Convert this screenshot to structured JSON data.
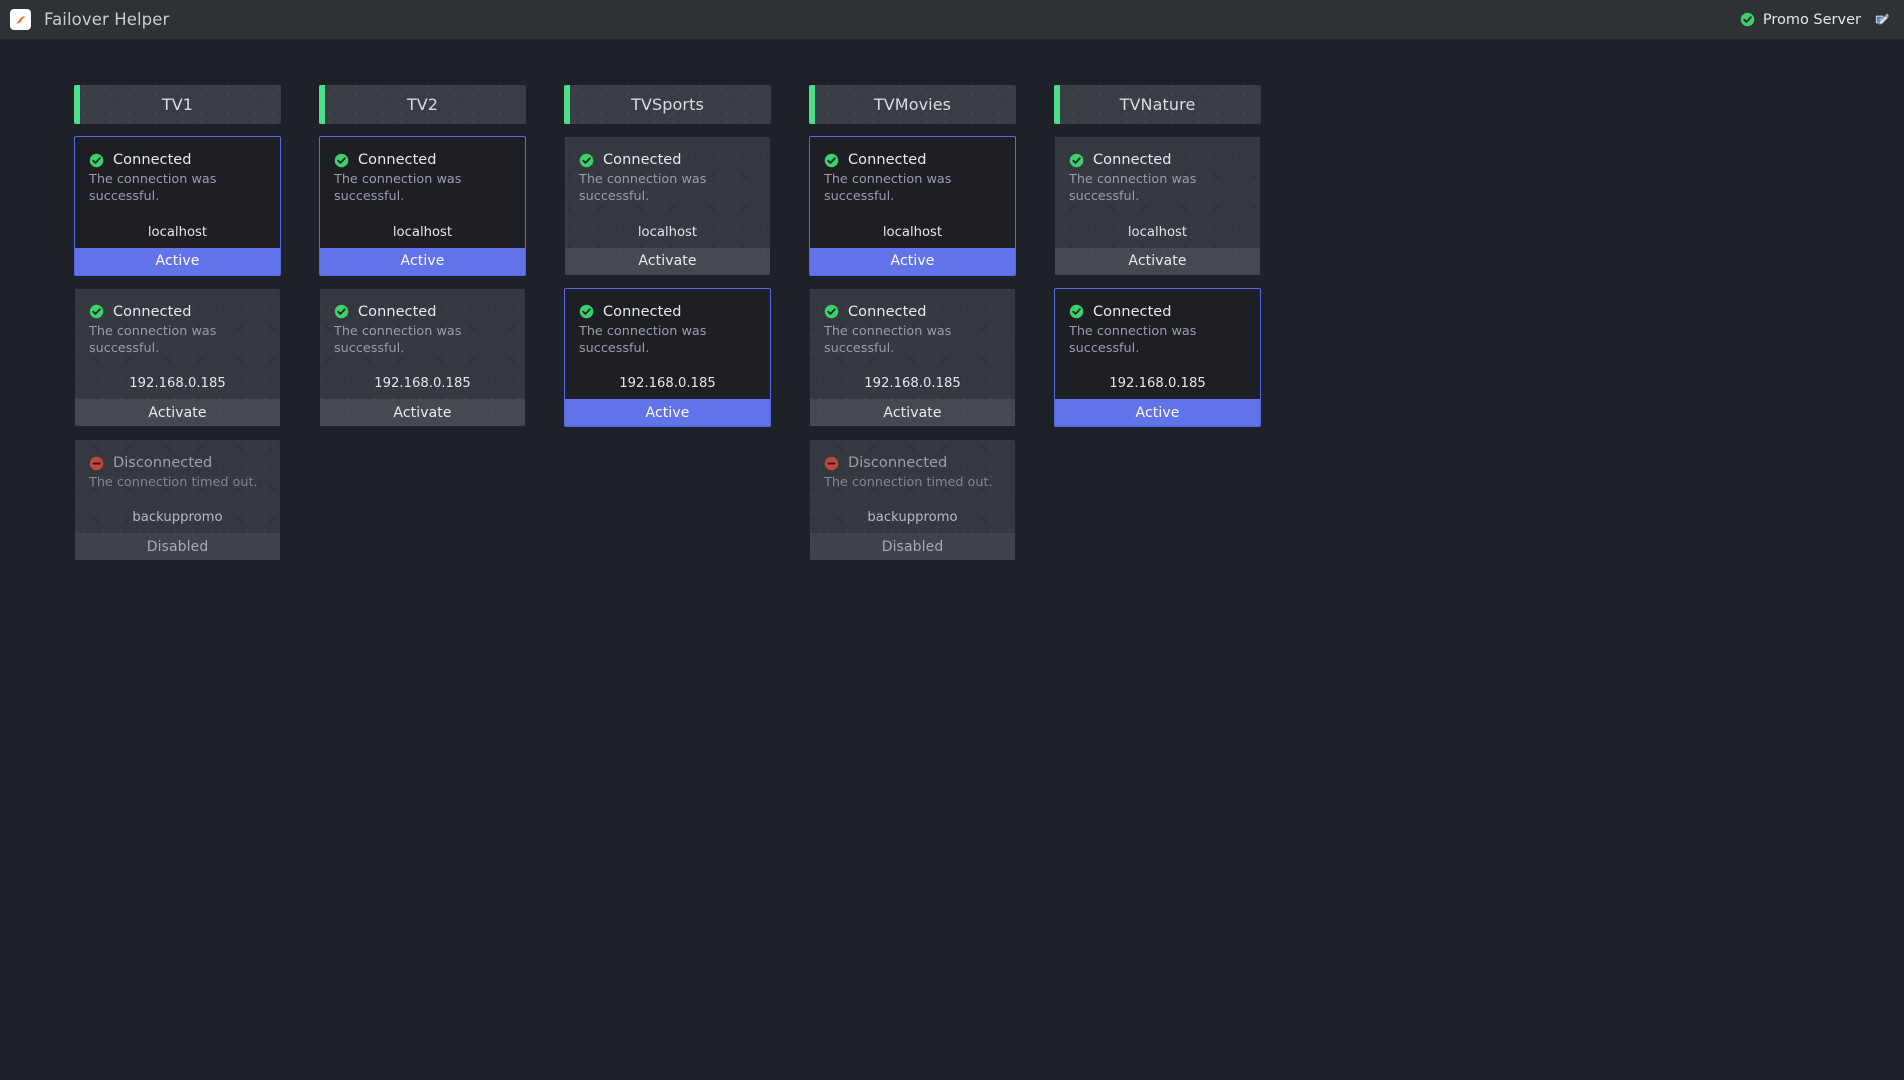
{
  "titlebar": {
    "app_icon_name": "app-logo-icon",
    "title": "Failover Helper",
    "server_status_label": "Promo Server",
    "server_status_icon": "check-circle-icon",
    "edit_icon": "edit-square-icon",
    "status_color": "#3ecf6e"
  },
  "theme": {
    "page_bg": "#1f2128",
    "titlebar_bg": "#2e3136",
    "accent_green": "#4ce08a",
    "active_blue": "#6272e8",
    "selected_border": "#5668e0",
    "card_bg": "#35383e",
    "card_bg_selected": "#1d1f25",
    "danger_red": "#c0453f"
  },
  "labels": {
    "connected": "Connected",
    "disconnected": "Disconnected",
    "success_desc": "The connection was successful.",
    "timeout_desc": "The connection timed out.",
    "activate": "Activate",
    "active": "Active",
    "disabled": "Disabled"
  },
  "columns": [
    {
      "title": "TV1",
      "accent": "#4ce08a",
      "cards": [
        {
          "status": "Connected",
          "status_icon": "check-circle-icon",
          "desc": "The connection was successful.",
          "host": "localhost",
          "action": "Active",
          "action_state": "active",
          "selected": true,
          "dim": false
        },
        {
          "status": "Connected",
          "status_icon": "check-circle-icon",
          "desc": "The connection was successful.",
          "host": "192.168.0.185",
          "action": "Activate",
          "action_state": "idle",
          "selected": false,
          "dim": false
        },
        {
          "status": "Disconnected",
          "status_icon": "minus-circle-icon",
          "desc": "The connection timed out.",
          "host": "backuppromo",
          "action": "Disabled",
          "action_state": "disabled",
          "selected": false,
          "dim": true
        }
      ]
    },
    {
      "title": "TV2",
      "accent": "#4ce08a",
      "cards": [
        {
          "status": "Connected",
          "status_icon": "check-circle-icon",
          "desc": "The connection was successful.",
          "host": "localhost",
          "action": "Active",
          "action_state": "active",
          "selected": true,
          "dim": false
        },
        {
          "status": "Connected",
          "status_icon": "check-circle-icon",
          "desc": "The connection was successful.",
          "host": "192.168.0.185",
          "action": "Activate",
          "action_state": "idle",
          "selected": false,
          "dim": false
        }
      ]
    },
    {
      "title": "TVSports",
      "accent": "#4ce08a",
      "cards": [
        {
          "status": "Connected",
          "status_icon": "check-circle-icon",
          "desc": "The connection was successful.",
          "host": "localhost",
          "action": "Activate",
          "action_state": "idle",
          "selected": false,
          "dim": false
        },
        {
          "status": "Connected",
          "status_icon": "check-circle-icon",
          "desc": "The connection was successful.",
          "host": "192.168.0.185",
          "action": "Active",
          "action_state": "active",
          "selected": true,
          "dim": false
        }
      ]
    },
    {
      "title": "TVMovies",
      "accent": "#4ce08a",
      "cards": [
        {
          "status": "Connected",
          "status_icon": "check-circle-icon",
          "desc": "The connection was successful.",
          "host": "localhost",
          "action": "Active",
          "action_state": "active",
          "selected": true,
          "dim": false
        },
        {
          "status": "Connected",
          "status_icon": "check-circle-icon",
          "desc": "The connection was successful.",
          "host": "192.168.0.185",
          "action": "Activate",
          "action_state": "idle",
          "selected": false,
          "dim": false
        },
        {
          "status": "Disconnected",
          "status_icon": "minus-circle-icon",
          "desc": "The connection timed out.",
          "host": "backuppromo",
          "action": "Disabled",
          "action_state": "disabled",
          "selected": false,
          "dim": true
        }
      ]
    },
    {
      "title": "TVNature",
      "accent": "#4ce08a",
      "cards": [
        {
          "status": "Connected",
          "status_icon": "check-circle-icon",
          "desc": "The connection was successful.",
          "host": "localhost",
          "action": "Activate",
          "action_state": "idle",
          "selected": false,
          "dim": false
        },
        {
          "status": "Connected",
          "status_icon": "check-circle-icon",
          "desc": "The connection was successful.",
          "host": "192.168.0.185",
          "action": "Active",
          "action_state": "active",
          "selected": true,
          "dim": false
        }
      ]
    }
  ]
}
